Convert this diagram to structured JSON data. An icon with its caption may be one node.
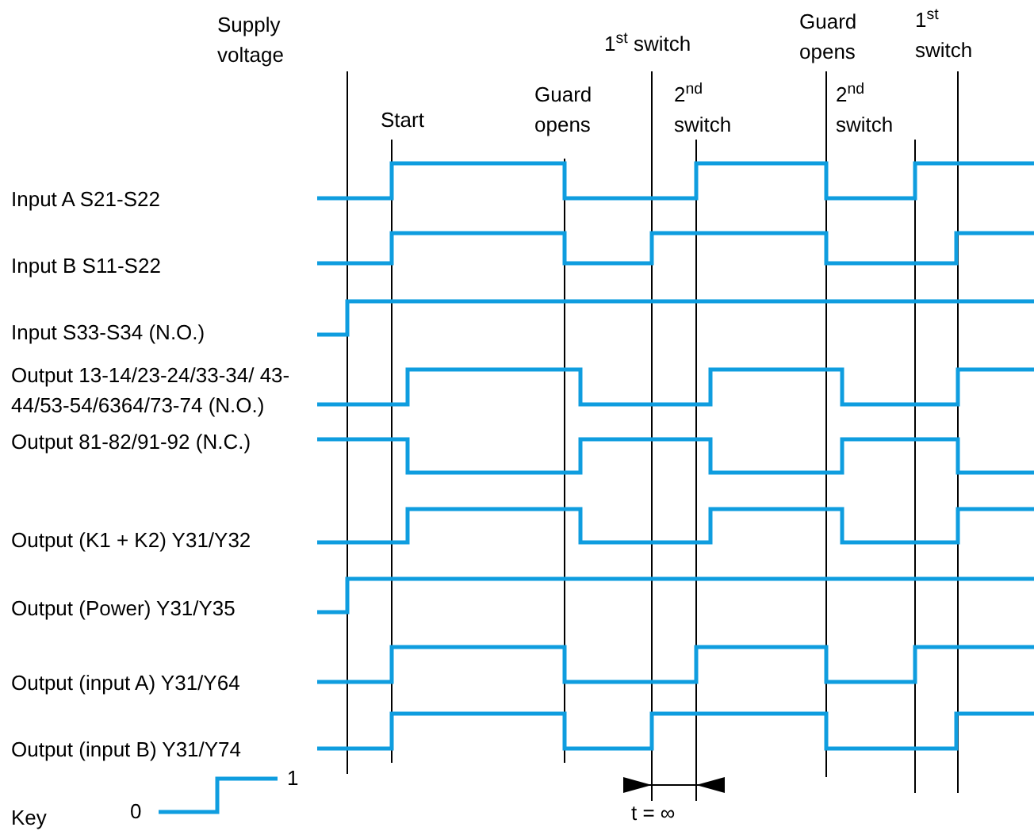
{
  "diagram": {
    "labels": [
      "Supply voltage",
      "1$^{st}$ switch",
      "Guard opens",
      "1$^{st}$ switch",
      "Start",
      "Guard opens",
      "2$^{nd}$ switch",
      "2$^{nd}$ switch",
      "Input A S21-S22",
      "Input B S11-S22",
      "Input S33-S34 (N.O.)",
      "Output 13-14/23-24/33-34/ 43-44/53-54/6364/73-74 (N.O.)",
      "Output 81-82/91-92 (N.C.)",
      "Output (K1 + K2) Y31/Y32",
      "Output (Power) Y31/Y35",
      "Output (input A) Y31/Y64",
      "Output (input B) Y31/Y74",
      "1",
      "0",
      "Key",
      "t = ∞"
    ]
  }
}
